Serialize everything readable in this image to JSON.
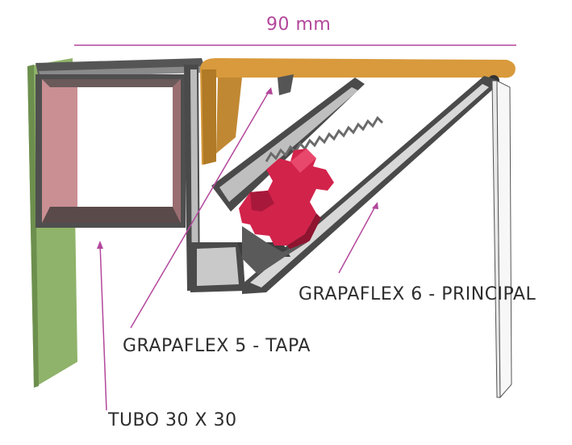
{
  "dimension": {
    "label": "90 mm",
    "color": "#b3479c"
  },
  "labels": {
    "principal": "GRAPAFLEX 6 - PRINCIPAL",
    "tapa": "GRAPAFLEX 5 - TAPA",
    "tubo": "TUBO 30 X 30"
  },
  "colors": {
    "leader": "#b3479c",
    "tube_inner": "#c98f93",
    "wall": "#8fb36a",
    "cap": "#d89a3c",
    "clip": "#d2234b",
    "profile_dark": "#4a4a4a",
    "profile_light": "#c9c9c9"
  }
}
